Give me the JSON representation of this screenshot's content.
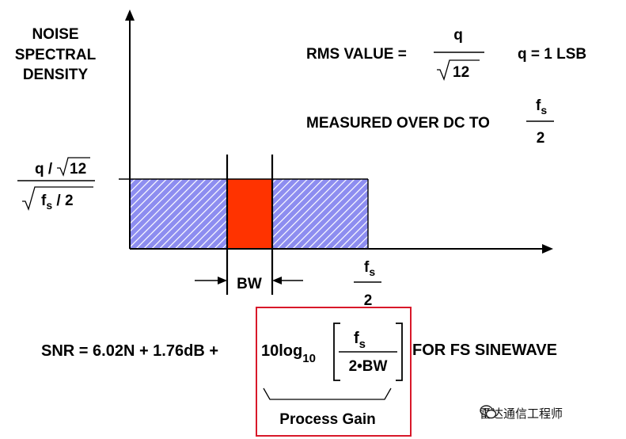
{
  "ylabel_lines": [
    "NOISE",
    "SPECTRAL",
    "DENSITY"
  ],
  "rms": {
    "label": "RMS VALUE =",
    "numerator": "q",
    "denominator": "12",
    "note": "q = 1 LSB"
  },
  "measured": {
    "label": "MEASURED OVER DC TO",
    "num_main": "f",
    "num_sub": "s",
    "den": "2"
  },
  "level": {
    "num_q": "q /",
    "num_root": "12",
    "den_f": "f",
    "den_sub": "s",
    "den_rest": " / 2"
  },
  "bw_label": "BW",
  "fs_tick": {
    "main": "f",
    "sub": "s",
    "den": "2"
  },
  "snr": {
    "prefix": "SNR = 6.02N + 1.76dB + ",
    "log": "10log",
    "log_sub": "10",
    "frac_num_main": "f",
    "frac_num_sub": "s",
    "frac_den": "2•BW",
    "suffix": "FOR FS SINEWAVE"
  },
  "process_gain": "Process Gain",
  "watermark": "雷达通信工程师",
  "colors": {
    "hatch_fill": "#8d8df0",
    "hatch_line": "#ffffff",
    "bw_fill": "#ff3300",
    "highlight": "#d8182a"
  }
}
